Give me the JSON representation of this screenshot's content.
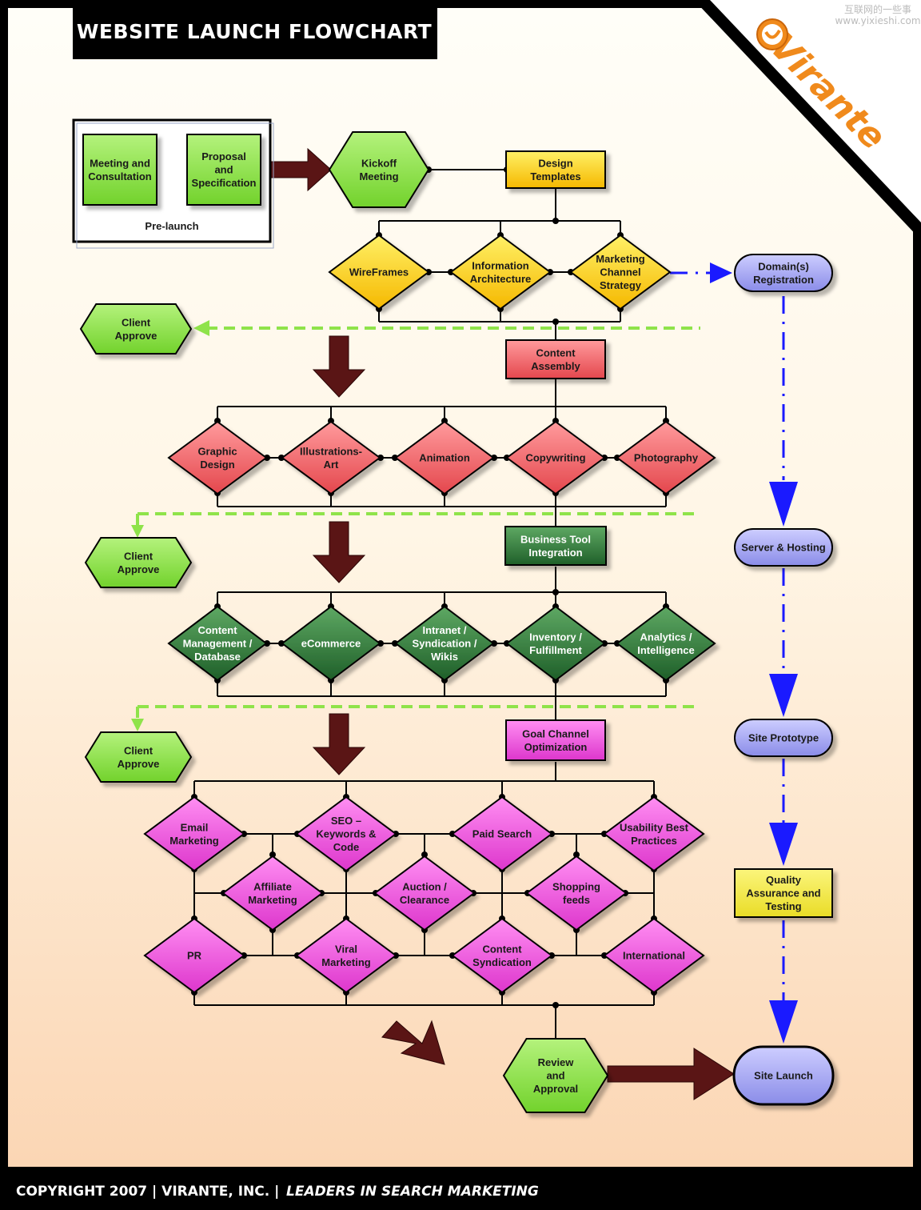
{
  "title": "WEBSITE LAUNCH FLOWCHART",
  "footer": {
    "left": "COPYRIGHT 2007 | VIRANTE, INC. |",
    "tagline": "LEADERS IN SEARCH MARKETING"
  },
  "logo": {
    "text": "Virante",
    "icon": "virante-logo-icon"
  },
  "watermark": {
    "line1": "互联网的一些事",
    "line2": "www.yixieshi.com"
  },
  "colors": {
    "green": "#8fe34a",
    "yellow": "#ffd400",
    "red": "#ef6a6e",
    "darkgreen": "#2f7a3a",
    "magenta": "#ee55dd",
    "blue": "#a9aaf2",
    "qa_yellow": "#f3e94a",
    "arrow_brown": "#5a1515",
    "dash_green": "#8fe34a",
    "dash_blue": "#1a1aff"
  },
  "prelaunch": {
    "caption": "Pre-launch",
    "meeting": [
      "Meeting and",
      "Consultation"
    ],
    "proposal": [
      "Proposal",
      "and",
      "Specification"
    ]
  },
  "kickoff": [
    "Kickoff",
    "Meeting"
  ],
  "design_templates": [
    "Design",
    "Templates"
  ],
  "stage1": [
    [
      "WireFrames"
    ],
    [
      "Information",
      "Architecture"
    ],
    [
      "Marketing",
      "Channel",
      "Strategy"
    ]
  ],
  "client_approve": [
    "Client",
    "Approve"
  ],
  "content_assembly": [
    "Content",
    "Assembly"
  ],
  "stage2": [
    [
      "Graphic",
      "Design"
    ],
    [
      "Illustrations-",
      "Art"
    ],
    [
      "Animation"
    ],
    [
      "Copywriting"
    ],
    [
      "Photography"
    ]
  ],
  "business_tool": [
    "Business Tool",
    "Integration"
  ],
  "stage3": [
    [
      "Content",
      "Management /",
      "Database"
    ],
    [
      "eCommerce"
    ],
    [
      "Intranet /",
      "Syndication /",
      "Wikis"
    ],
    [
      "Inventory /",
      "Fulfillment"
    ],
    [
      "Analytics /",
      "Intelligence"
    ]
  ],
  "goal_channel": [
    "Goal Channel",
    "Optimization"
  ],
  "stage4": [
    [
      "Email",
      "Marketing"
    ],
    [
      "SEO –",
      "Keywords &",
      "Code"
    ],
    [
      "Paid Search"
    ],
    [
      "Usability Best",
      "Practices"
    ],
    [
      "Affiliate",
      "Marketing"
    ],
    [
      "Auction /",
      "Clearance"
    ],
    [
      "Shopping",
      "feeds"
    ],
    [
      "PR"
    ],
    [
      "Viral",
      "Marketing"
    ],
    [
      "Content",
      "Syndication"
    ],
    [
      "International"
    ]
  ],
  "review": [
    "Review",
    "and",
    "Approval"
  ],
  "right_track": [
    [
      "Domain(s)",
      "Registration"
    ],
    [
      "Server & Hosting"
    ],
    [
      "Site Prototype"
    ],
    [
      "Quality",
      "Assurance and",
      "Testing"
    ],
    [
      "Site Launch"
    ]
  ]
}
